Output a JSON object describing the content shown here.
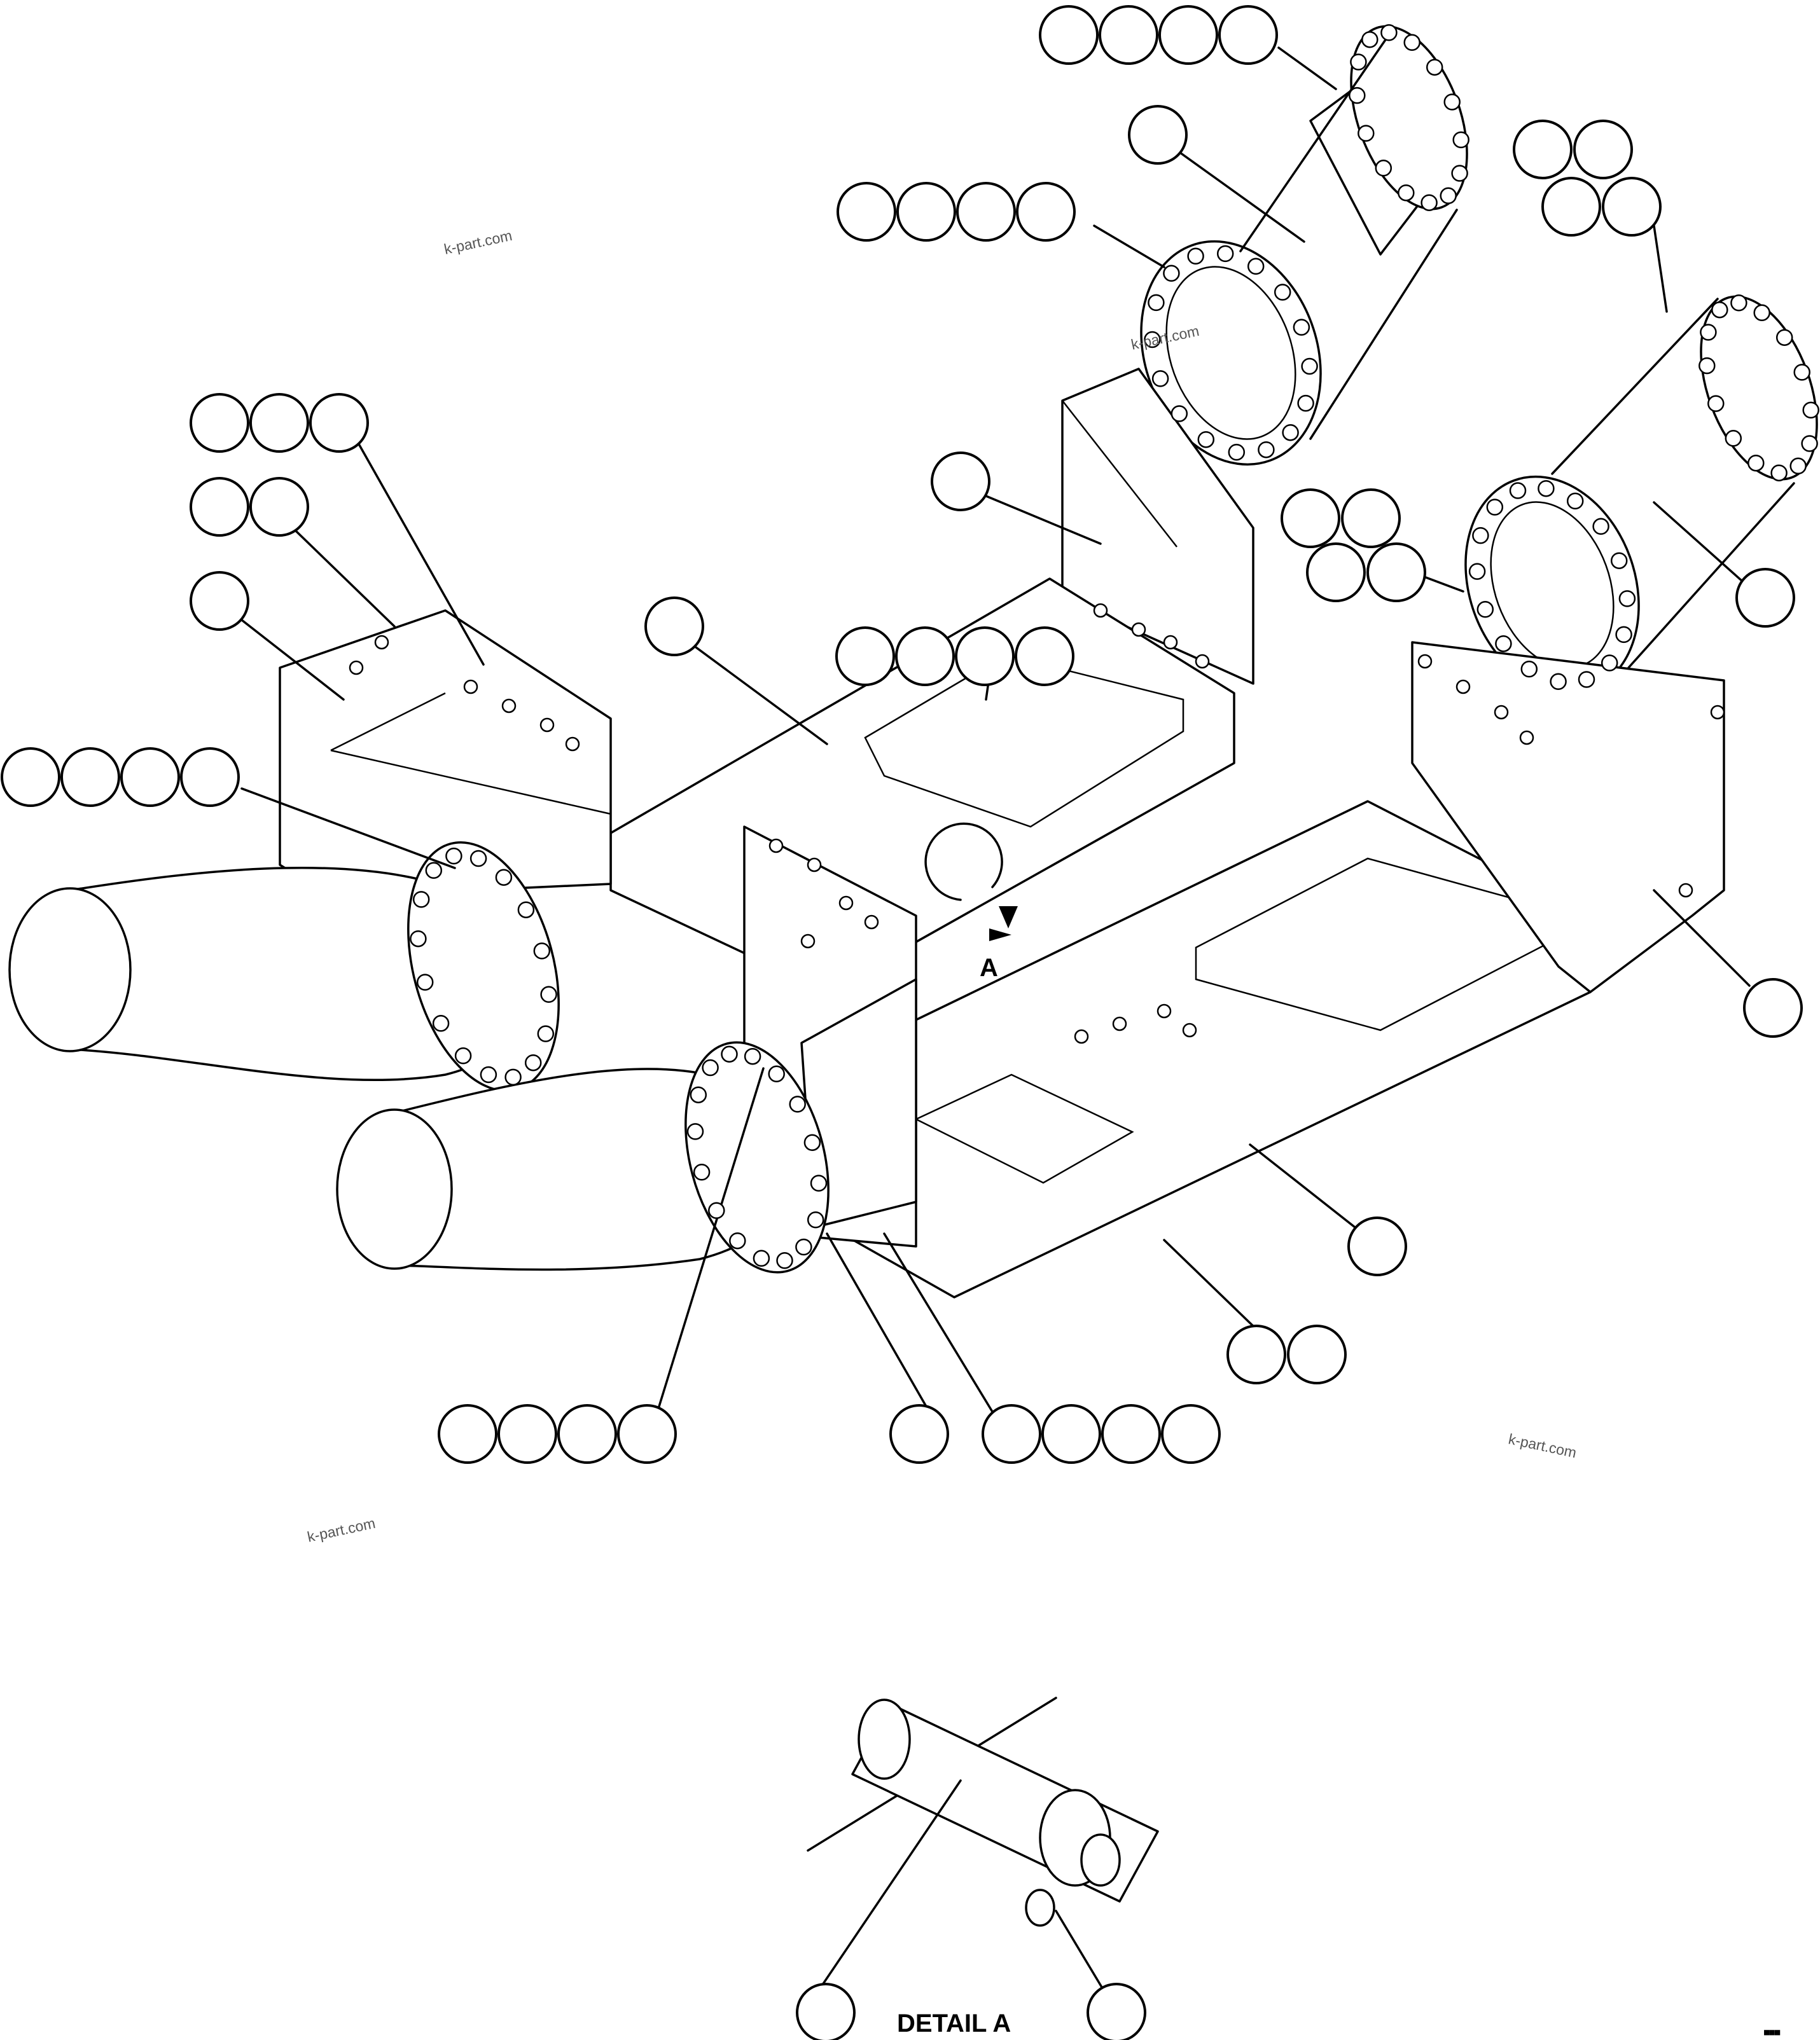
{
  "figure": {
    "detail_caption": "DETAIL A",
    "view_arrow_label": "A",
    "watermark": "k-part.com",
    "corner_code": "■■■"
  },
  "callout_groups": [
    {
      "id": "g01",
      "count": 4
    },
    {
      "id": "g02",
      "count": 1
    },
    {
      "id": "g03",
      "count": 4
    },
    {
      "id": "g04",
      "count": 4
    },
    {
      "id": "g05",
      "count": 3
    },
    {
      "id": "g06",
      "count": 2
    },
    {
      "id": "g07",
      "count": 1
    },
    {
      "id": "g08",
      "count": 1
    },
    {
      "id": "g09",
      "count": 4
    },
    {
      "id": "g10",
      "count": 1
    },
    {
      "id": "g11",
      "count": 4
    },
    {
      "id": "g12",
      "count": 1
    },
    {
      "id": "g13",
      "count": 1
    },
    {
      "id": "g14",
      "count": 1
    },
    {
      "id": "g15",
      "count": 2
    },
    {
      "id": "g16",
      "count": 4
    },
    {
      "id": "g17",
      "count": 1
    },
    {
      "id": "g18",
      "count": 3
    },
    {
      "id": "g19",
      "count": 1
    },
    {
      "id": "g20",
      "count": 1
    },
    {
      "id": "g21",
      "count": 2
    }
  ]
}
